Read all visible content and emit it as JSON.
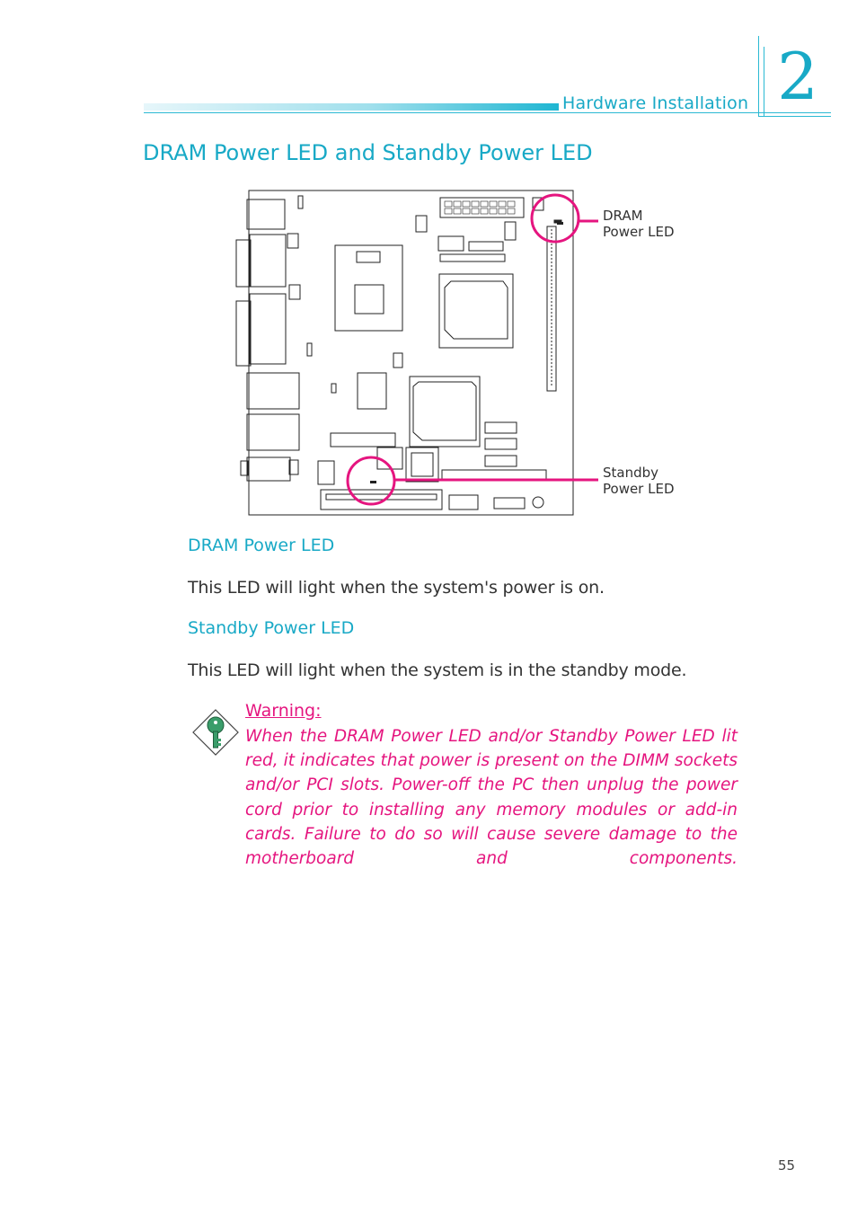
{
  "header": {
    "section_label": "Hardware Installation",
    "chapter_number": "2"
  },
  "page": {
    "title": "DRAM Power LED and Standby Power LED",
    "page_number": "55"
  },
  "diagram": {
    "callouts": {
      "dram_line1": "DRAM",
      "dram_line2": "Power  LED",
      "standby_line1": "Standby",
      "standby_line2": "Power  LED"
    },
    "highlight_color": "#e5157f"
  },
  "sections": {
    "dram": {
      "heading": "DRAM Power LED",
      "body": "This LED will light when the system's power is on."
    },
    "standby": {
      "heading": "Standby Power LED",
      "body": "This LED will light when the system is in the standby mode."
    }
  },
  "warning": {
    "title": "Warning:",
    "text": "When the DRAM Power LED and/or Standby Power LED lit red, it indicates that power is present on the DIMM sockets and/or PCI slots. Power-off the PC then unplug the power cord prior to installing any memory modules or add-in cards. Failure to do so will cause severe damage to the motherboard and components.",
    "icon": "key-icon"
  },
  "colors": {
    "accent": "#18a9c6",
    "warning": "#e5157f"
  }
}
